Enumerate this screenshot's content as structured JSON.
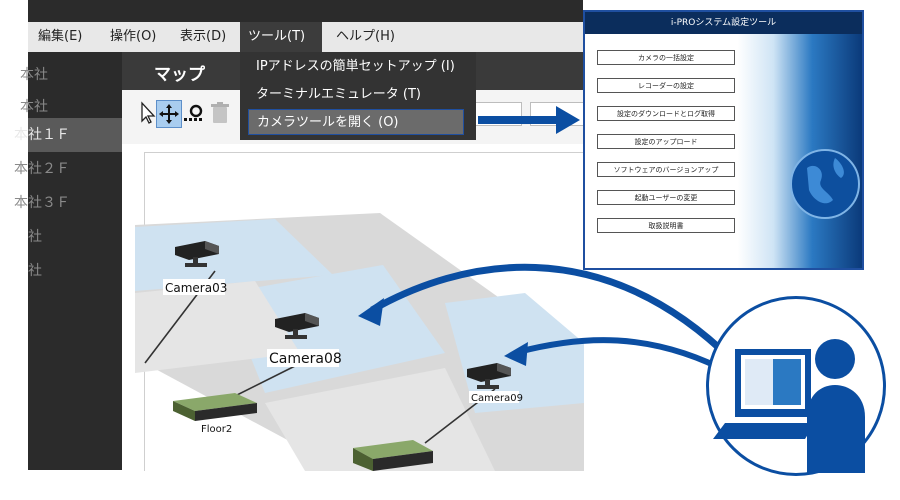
{
  "menu": {
    "edit": "編集(E)",
    "operation": "操作(O)",
    "view": "表示(D)",
    "tools": "ツール(T)",
    "help": "ヘルプ(H)"
  },
  "sidebar": {
    "items": [
      "本社",
      "本社",
      "本社１Ｆ",
      "本社２Ｆ",
      "本社３Ｆ",
      "社",
      "社"
    ]
  },
  "map": {
    "title": "マップ"
  },
  "dropdown": {
    "items": [
      "IPアドレスの簡単セットアップ (I)",
      "ターミナルエミュレータ (T)",
      "カメラツールを開く (O)"
    ]
  },
  "map_canvas": {
    "labels": [
      "Camera03",
      "Camera08",
      "Camera09",
      "Floor2"
    ]
  },
  "tool_window": {
    "title": "i-PROシステム設定ツール",
    "buttons": [
      "カメラの一括設定",
      "レコーダーの設定",
      "設定のダウンロードとログ取得",
      "設定のアップロード",
      "ソフトウェアのバージョンアップ",
      "起動ユーザーの変更",
      "取扱説明書"
    ]
  },
  "colors": {
    "accent": "#1f4fa0",
    "arrow": "#0b4ea2",
    "dark_bg": "#2b2b2b"
  }
}
